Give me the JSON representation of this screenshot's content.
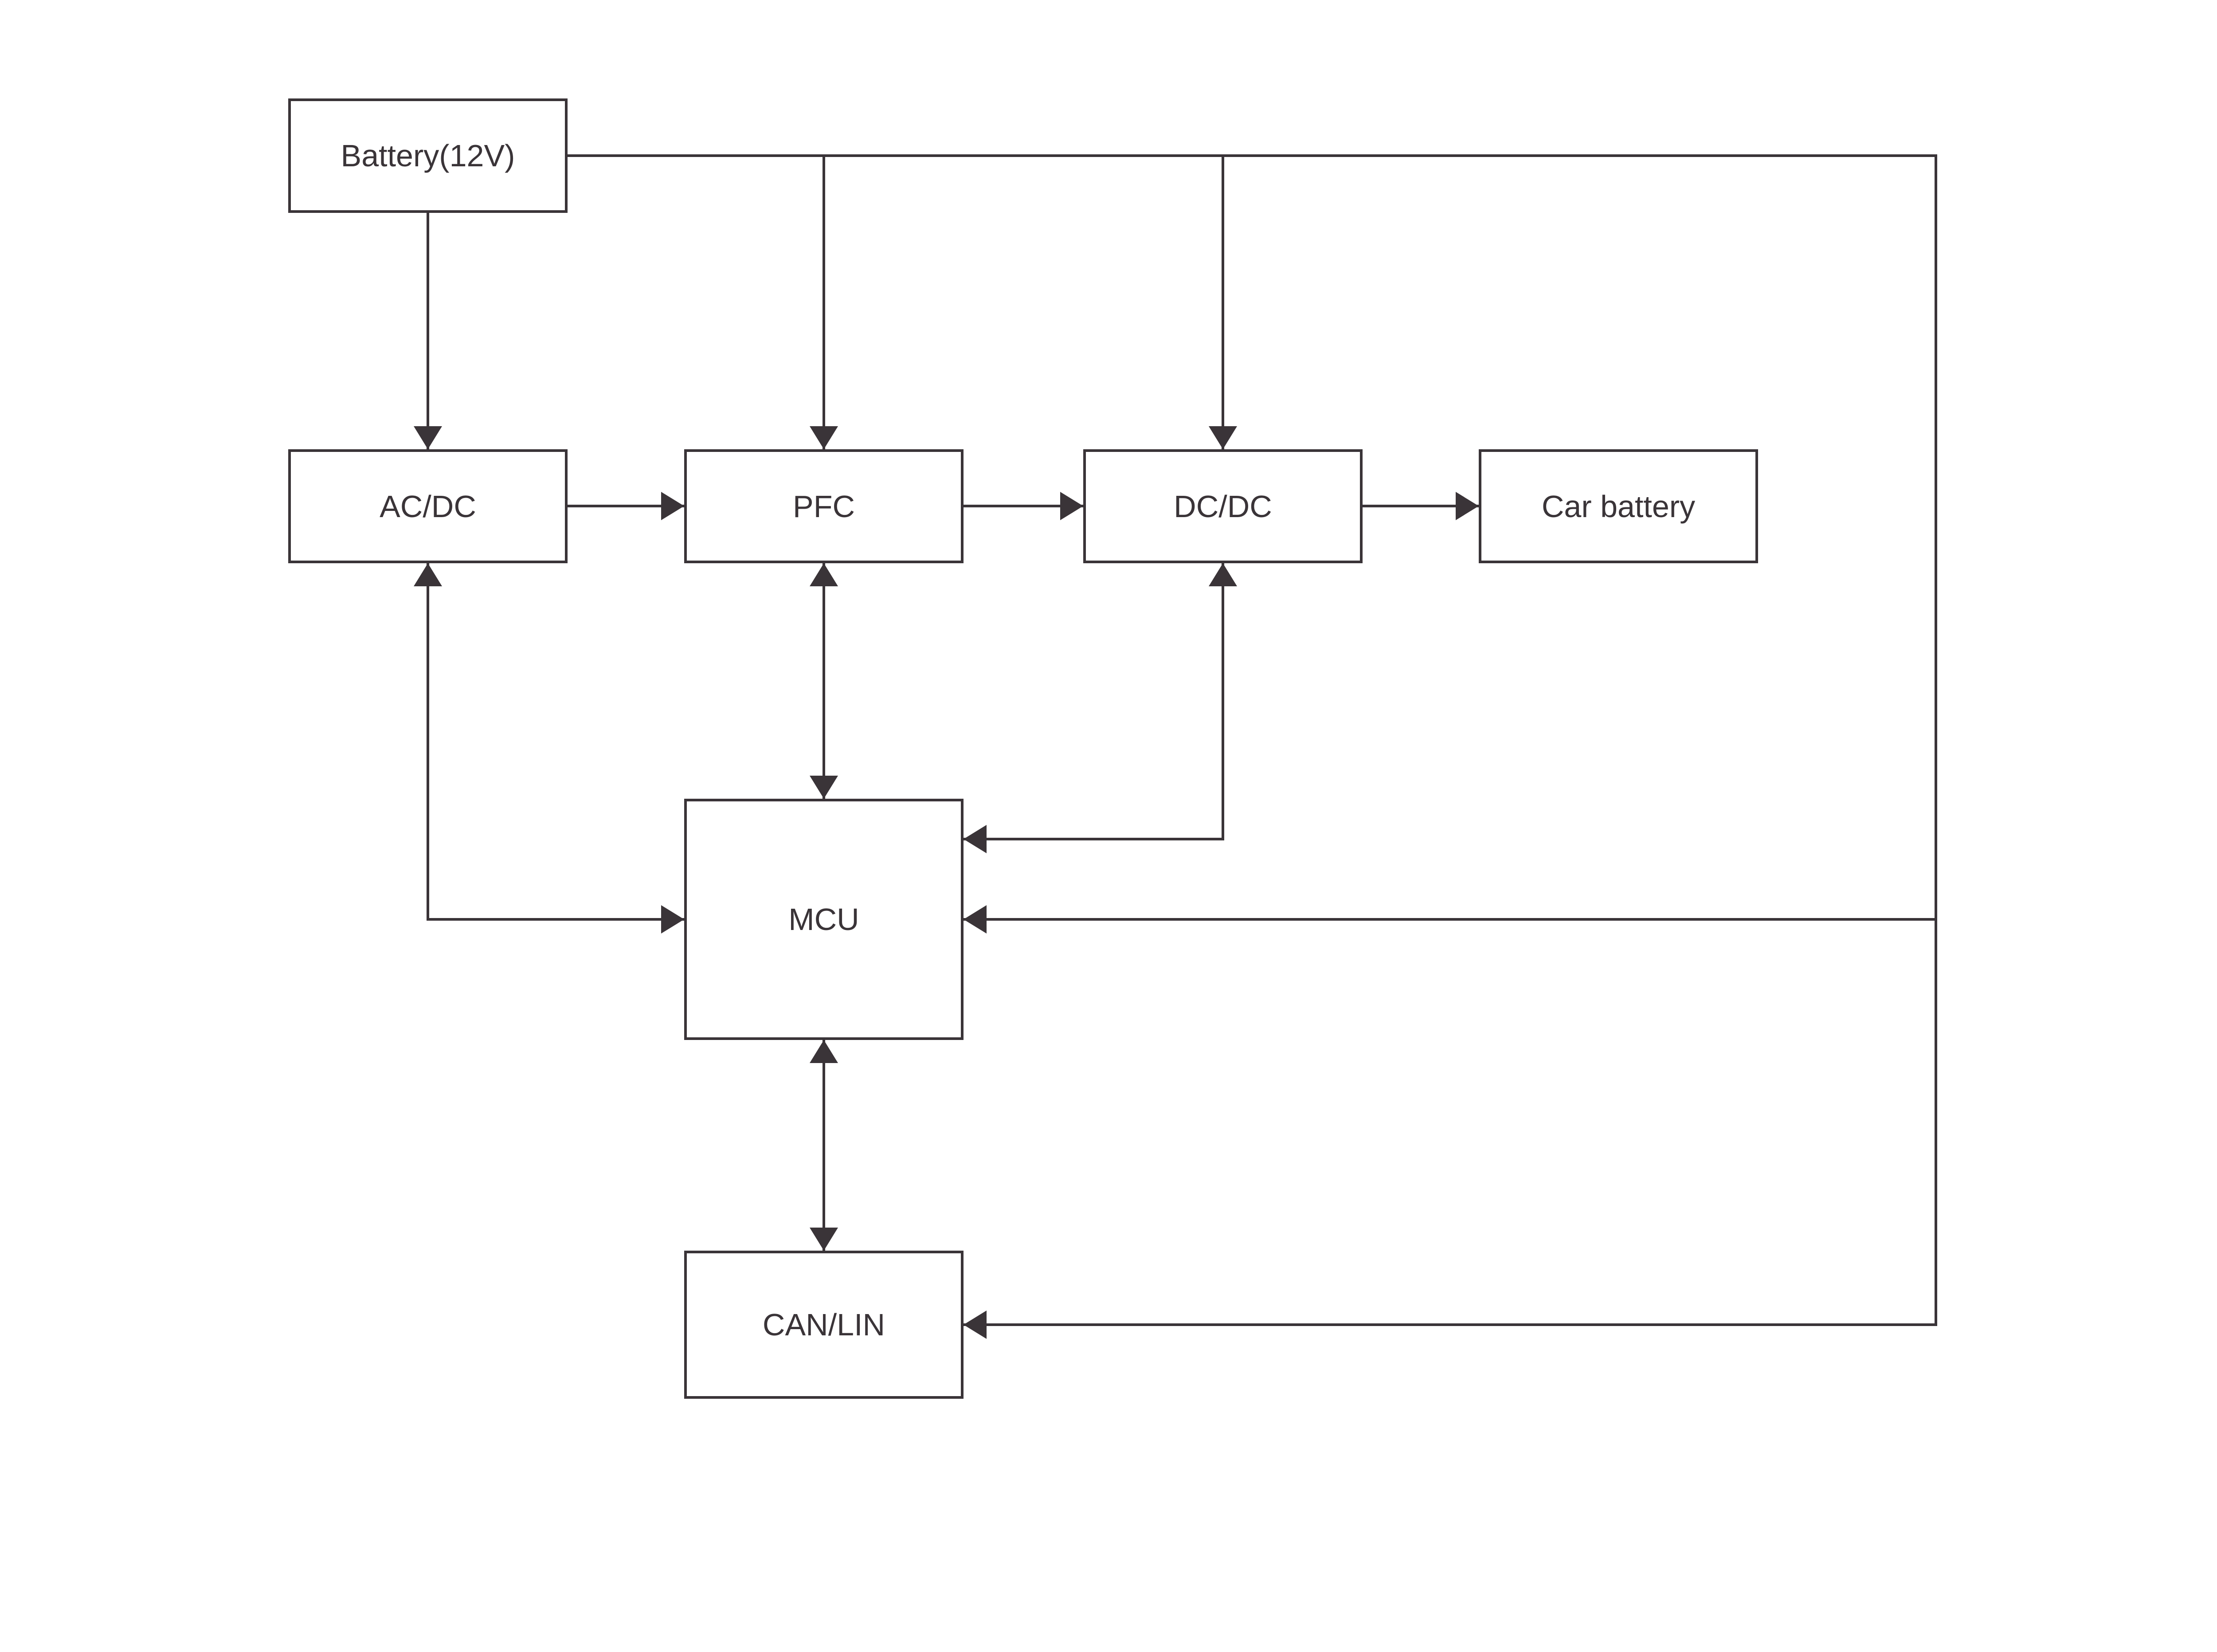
{
  "diagram": {
    "background_color": "#ffffff",
    "ink_color": "#3a3438",
    "nodes": {
      "battery": {
        "label": "Battery(12V)"
      },
      "acdc": {
        "label": "AC/DC"
      },
      "pfc": {
        "label": "PFC"
      },
      "dcdc": {
        "label": "DC/DC"
      },
      "car_battery": {
        "label": "Car battery"
      },
      "mcu": {
        "label": "MCU"
      },
      "canlin": {
        "label": "CAN/LIN"
      }
    },
    "edges": [
      {
        "from": "Battery(12V)",
        "to": "AC/DC",
        "direction": "one-way"
      },
      {
        "from": "Battery(12V)",
        "to": "PFC",
        "direction": "one-way"
      },
      {
        "from": "Battery(12V)",
        "to": "DC/DC",
        "direction": "one-way"
      },
      {
        "from": "Battery(12V)",
        "to": "MCU",
        "direction": "one-way"
      },
      {
        "from": "Battery(12V)",
        "to": "CAN/LIN",
        "direction": "one-way"
      },
      {
        "from": "AC/DC",
        "to": "PFC",
        "direction": "one-way"
      },
      {
        "from": "PFC",
        "to": "DC/DC",
        "direction": "one-way"
      },
      {
        "from": "DC/DC",
        "to": "Car battery",
        "direction": "one-way"
      },
      {
        "from": "AC/DC",
        "to": "MCU",
        "direction": "two-way"
      },
      {
        "from": "PFC",
        "to": "MCU",
        "direction": "two-way"
      },
      {
        "from": "DC/DC",
        "to": "MCU",
        "direction": "two-way"
      },
      {
        "from": "MCU",
        "to": "CAN/LIN",
        "direction": "two-way"
      }
    ]
  }
}
